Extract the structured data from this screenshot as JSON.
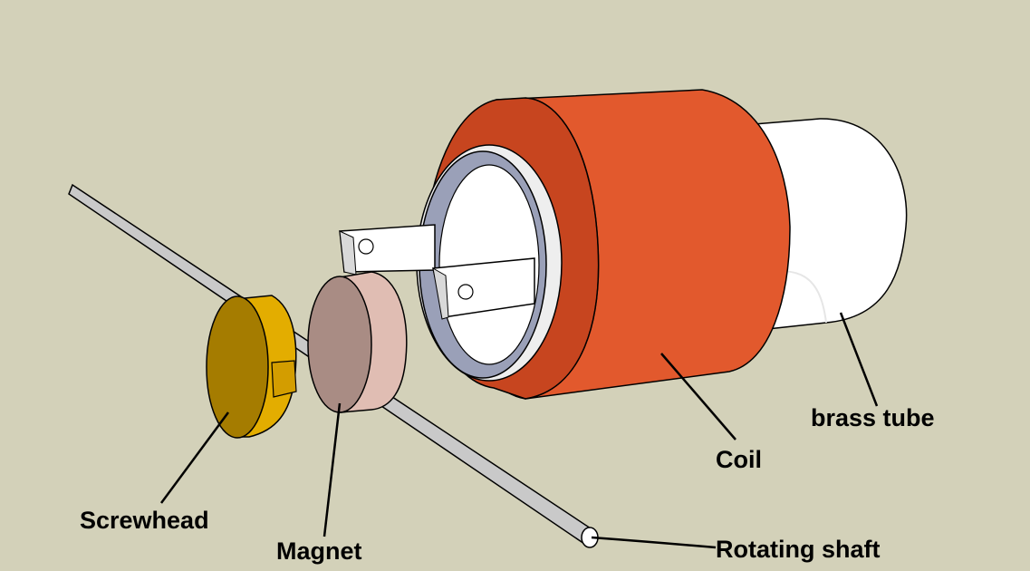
{
  "labels": {
    "brass_tube": "brass tube",
    "coil": "Coil",
    "screwhead": "Screwhead",
    "magnet": "Magnet",
    "rotating_shaft": "Rotating shaft"
  },
  "colors": {
    "background": "#d3d1b9",
    "coil": "#e2592d",
    "brass_tube": "#ffffff",
    "screwhead": "#e3ad00",
    "magnet": "#e0bdb3",
    "shaft": "#c9c9c9",
    "bobbin_ring": "#9aa0b8"
  },
  "parts": [
    "brass-tube",
    "coil",
    "bobbin",
    "screwhead",
    "magnet",
    "rotating-shaft"
  ]
}
